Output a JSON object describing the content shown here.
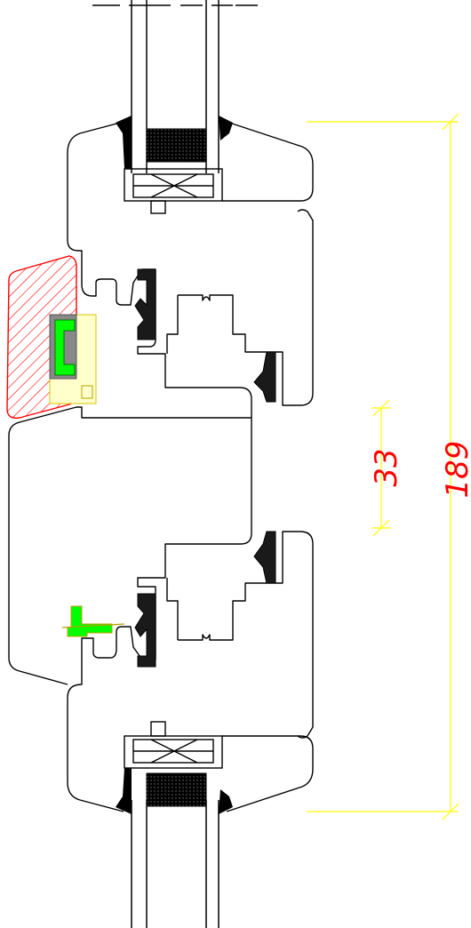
{
  "drawing": {
    "dimensions": [
      {
        "id": "overall-height",
        "value": "189"
      },
      {
        "id": "sash-overlap",
        "value": "33"
      }
    ],
    "colors": {
      "outline": "#000000",
      "dimension_lines": "#ffff00",
      "dimension_text": "#ff0000",
      "hatch": "#ff0000",
      "gasket_fill": "#1a1a1a",
      "hardware_fill": "#00ff00",
      "hardware_outline": "#b8a000"
    }
  }
}
